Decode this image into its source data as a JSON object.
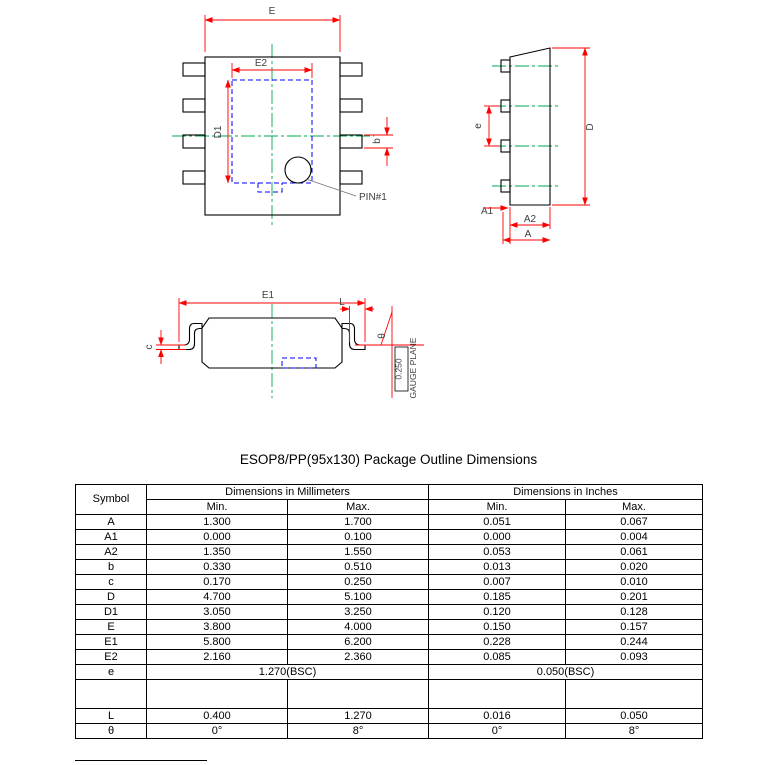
{
  "title": "ESOP8/PP(95x130) Package Outline Dimensions",
  "drawing": {
    "colors": {
      "outline": "#000000",
      "dimension": "#ff0000",
      "centerline": "#00a651",
      "hidden": "#0000ff"
    },
    "top_view": {
      "labels": {
        "E": "E",
        "E2": "E2",
        "D1": "D1",
        "b": "b",
        "pin1": "PIN#1"
      }
    },
    "side_view": {
      "labels": {
        "e": "e",
        "D": "D",
        "A1": "A1",
        "A2": "A2",
        "A": "A"
      }
    },
    "front_view": {
      "labels": {
        "E1": "E1",
        "L": "L",
        "c": "c",
        "theta": "θ",
        "gauge_offset": "0.250",
        "gauge_plane": "GAUGE PLANE"
      }
    }
  },
  "table": {
    "header": {
      "symbol": "Symbol",
      "mm": "Dimensions in Millimeters",
      "inch": "Dimensions in Inches",
      "min": "Min.",
      "max": "Max."
    },
    "rows": [
      {
        "symbol": "A",
        "mm_min": "1.300",
        "mm_max": "1.700",
        "in_min": "0.051",
        "in_max": "0.067"
      },
      {
        "symbol": "A1",
        "mm_min": "0.000",
        "mm_max": "0.100",
        "in_min": "0.000",
        "in_max": "0.004"
      },
      {
        "symbol": "A2",
        "mm_min": "1.350",
        "mm_max": "1.550",
        "in_min": "0.053",
        "in_max": "0.061"
      },
      {
        "symbol": "b",
        "mm_min": "0.330",
        "mm_max": "0.510",
        "in_min": "0.013",
        "in_max": "0.020"
      },
      {
        "symbol": "c",
        "mm_min": "0.170",
        "mm_max": "0.250",
        "in_min": "0.007",
        "in_max": "0.010"
      },
      {
        "symbol": "D",
        "mm_min": "4.700",
        "mm_max": "5.100",
        "in_min": "0.185",
        "in_max": "0.201"
      },
      {
        "symbol": "D1",
        "mm_min": "3.050",
        "mm_max": "3.250",
        "in_min": "0.120",
        "in_max": "0.128"
      },
      {
        "symbol": "E",
        "mm_min": "3.800",
        "mm_max": "4.000",
        "in_min": "0.150",
        "in_max": "0.157"
      },
      {
        "symbol": "E1",
        "mm_min": "5.800",
        "mm_max": "6.200",
        "in_min": "0.228",
        "in_max": "0.244"
      },
      {
        "symbol": "E2",
        "mm_min": "2.160",
        "mm_max": "2.360",
        "in_min": "0.085",
        "in_max": "0.093"
      }
    ],
    "e_row": {
      "symbol": "e",
      "mm": "1.270(BSC)",
      "inch": "0.050(BSC)"
    },
    "tail_rows": [
      {
        "symbol": "L",
        "mm_min": "0.400",
        "mm_max": "1.270",
        "in_min": "0.016",
        "in_max": "0.050"
      },
      {
        "symbol": "θ",
        "mm_min": "0°",
        "mm_max": "8°",
        "in_min": "0°",
        "in_max": "8°"
      }
    ]
  }
}
